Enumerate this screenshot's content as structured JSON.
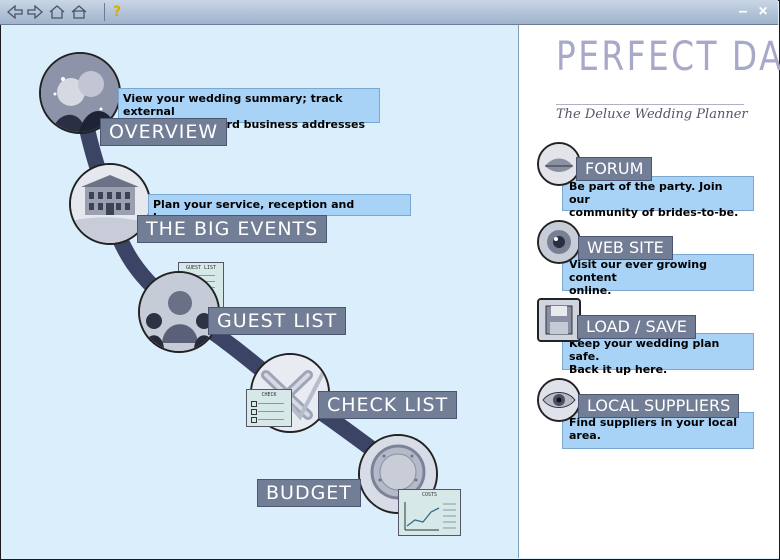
{
  "toolbar": {
    "icons": [
      "back-arrow-icon",
      "forward-arrow-icon",
      "home-icon",
      "home-outline-icon",
      "help-icon"
    ],
    "help_glyph": "?",
    "minimize_glyph": "–",
    "close_glyph": "×"
  },
  "logo": {
    "title": "PERFECT DAY",
    "subtitle": "The Deluxe Wedding Planner"
  },
  "sections": {
    "overview": {
      "label": "OVERVIEW",
      "desc_line1": "View your wedding summary; track external",
      "desc_line2": "documents; record business addresses"
    },
    "big_events": {
      "label": "THE BIG EVENTS",
      "desc": "Plan your service, reception and honeymoon"
    },
    "guest_list": {
      "label": "GUEST LIST",
      "sheet_title": "GUEST LIST"
    },
    "check_list": {
      "label": "CHECK LIST",
      "sheet_title": "CHECK"
    },
    "budget": {
      "label": "BUDGET",
      "sheet_title": "COSTS"
    }
  },
  "right_panel": {
    "forum": {
      "label": "FORUM",
      "desc_line1": "Be part of the party. Join our",
      "desc_line2": "community of brides-to-be."
    },
    "web_site": {
      "label": "WEB SITE",
      "desc_line1": "Visit our ever growing content",
      "desc_line2": "online."
    },
    "load_save": {
      "label": "LOAD / SAVE",
      "desc_line1": "Keep your wedding plan safe.",
      "desc_line2": "Back it up here."
    },
    "local_suppliers": {
      "label": "LOCAL SUPPLIERS",
      "desc_line1": "Find suppliers in your local",
      "desc_line2": "area."
    }
  },
  "colors": {
    "background": "#dbeefc",
    "label_bg": "#727d96",
    "desc_bg": "#a8d2f6",
    "path": "#3c4466"
  }
}
